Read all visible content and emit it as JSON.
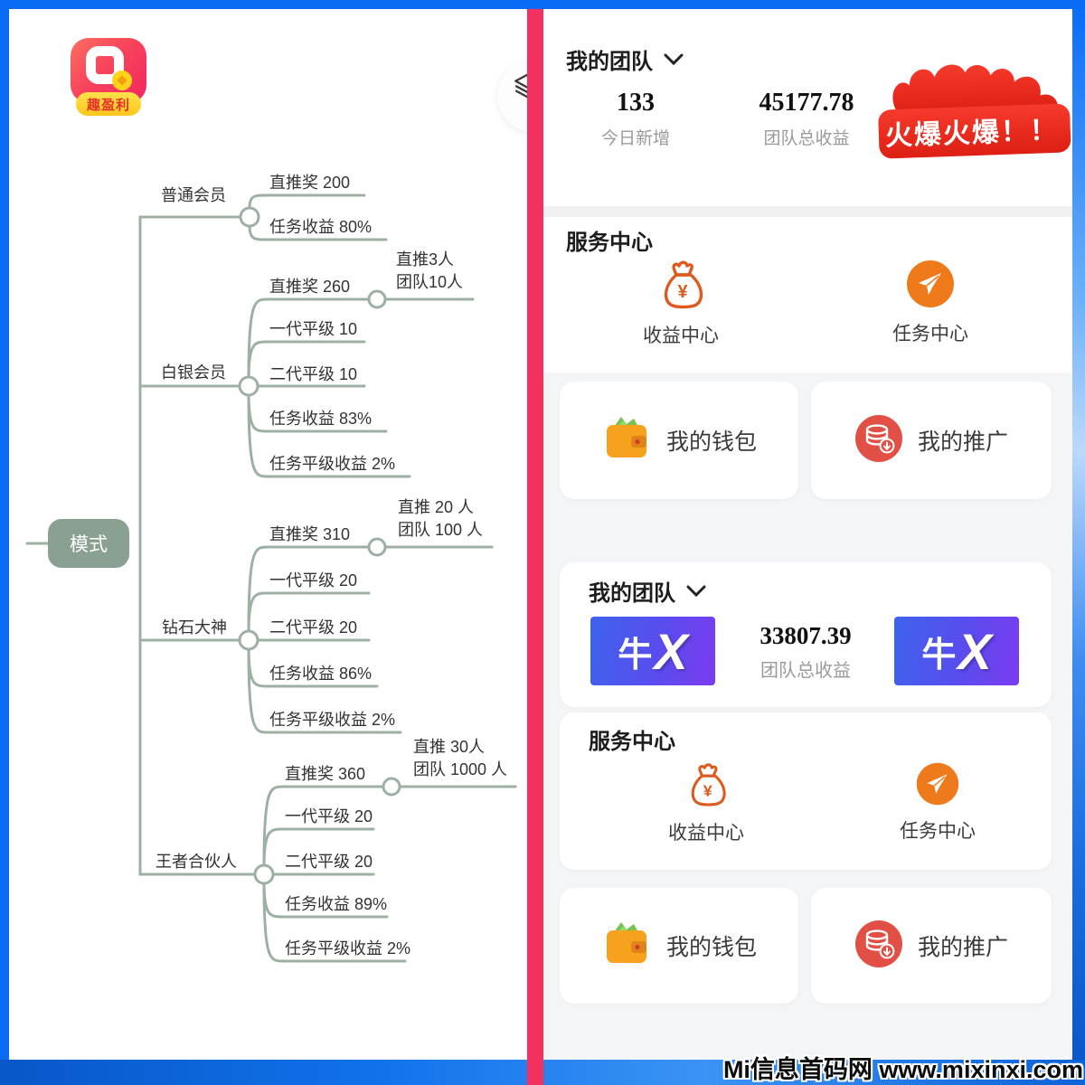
{
  "watermark": "Mi信息首码网 www.mixinxi.com",
  "left_panel": {
    "logo": {
      "banner": "趣盈利"
    },
    "mindmap": {
      "root": "模式",
      "branches": [
        {
          "label": "普通会员",
          "children": [
            "直推奖 200",
            "任务收益 80%"
          ]
        },
        {
          "label": "白银会员",
          "children": [
            "直推奖 260",
            "一代平级 10",
            "二代平级 10",
            "任务收益 83%",
            "任务平级收益 2%"
          ],
          "sub": [
            "直推3人",
            "团队10人"
          ]
        },
        {
          "label": "钻石大神",
          "children": [
            "直推奖 310",
            "一代平级 20",
            "二代平级 20",
            "任务收益 86%",
            "任务平级收益 2%"
          ],
          "sub": [
            "直推 20 人",
            "团队 100 人"
          ]
        },
        {
          "label": "王者合伙人",
          "children": [
            "直推奖 360",
            "一代平级 20",
            "二代平级 20",
            "任务收益 89%",
            "任务平级收益 2%"
          ],
          "sub": [
            "直推 30人",
            "团队 1000 人"
          ]
        }
      ]
    }
  },
  "right_panel": {
    "team_top": {
      "title": "我的团队",
      "stats": [
        {
          "value": "133",
          "label": "今日新增"
        },
        {
          "value": "45177.78",
          "label": "团队总收益"
        }
      ],
      "badge": "火爆火爆！！"
    },
    "service_top": {
      "title": "服务中心",
      "items": [
        {
          "label": "收益中心"
        },
        {
          "label": "任务中心"
        }
      ]
    },
    "wallet_label": "我的钱包",
    "promo_label": "我的推广",
    "team_card": {
      "title": "我的团队",
      "logo_niu": "牛",
      "logo_x": "X",
      "value": "33807.39",
      "label": "团队总收益"
    },
    "service_card": {
      "title": "服务中心",
      "items": [
        {
          "label": "收益中心"
        },
        {
          "label": "任务中心"
        }
      ]
    }
  },
  "icons": {
    "bag_currency": "¥"
  },
  "colors": {
    "frame_blue": "#0a6cf5",
    "divider_pink": "#f4315e",
    "mindmap_line": "#9cb0a3",
    "mindmap_node": "#8aa092",
    "flame_red": "#e8251c",
    "icon_orange": "#ee7a1c",
    "bag_stroke": "#dd5a1e",
    "wallet_orange": "#f6a21e",
    "promo_red": "#e25045",
    "niux_gradient_start": "#3e63ec",
    "niux_gradient_end": "#7b3bf0"
  }
}
